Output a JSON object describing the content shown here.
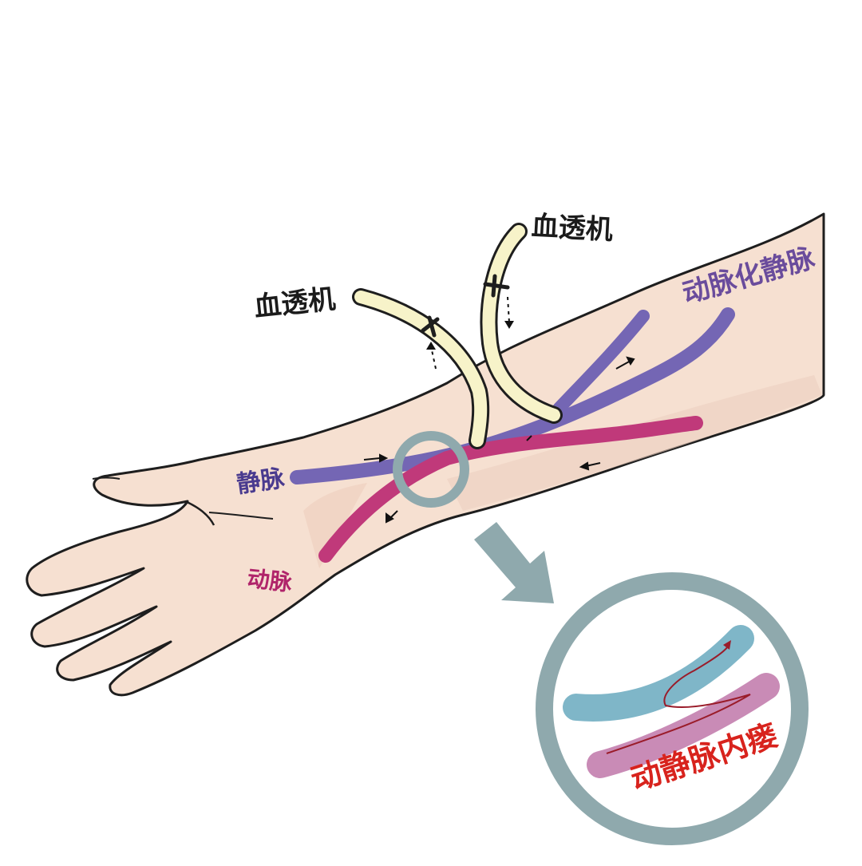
{
  "labels": {
    "machine_1": "血透机",
    "machine_2": "血透机",
    "arterialized_vein": "动脉化静脉",
    "vein": "静脉",
    "artery": "动脉",
    "fistula": "动静脉内瘘"
  },
  "colors": {
    "skin": "#f6e0d1",
    "outline": "#1e1e1e",
    "vein": "#7466b4",
    "artery": "#c0397a",
    "tube": "#f7f3c9",
    "magnifier": "#8fa9ad",
    "fistula_vein": "#7fb6c8",
    "fistula_artery": "#c98bb6",
    "fistula_text": "#d8231d"
  },
  "icons": {
    "zoom_arrow": "down-right-arrow-icon",
    "magnifier": "magnifier-circle-icon"
  }
}
